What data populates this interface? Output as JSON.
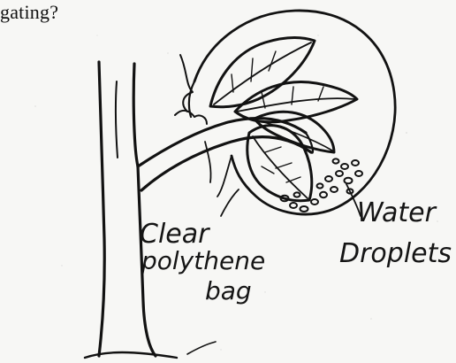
{
  "question": {
    "fragment": "gating?"
  },
  "labels": {
    "bag_line1": "Clear",
    "bag_line2": "polythene",
    "bag_line3": "bag",
    "water_line1": "Water",
    "water_line2": "Droplets"
  }
}
